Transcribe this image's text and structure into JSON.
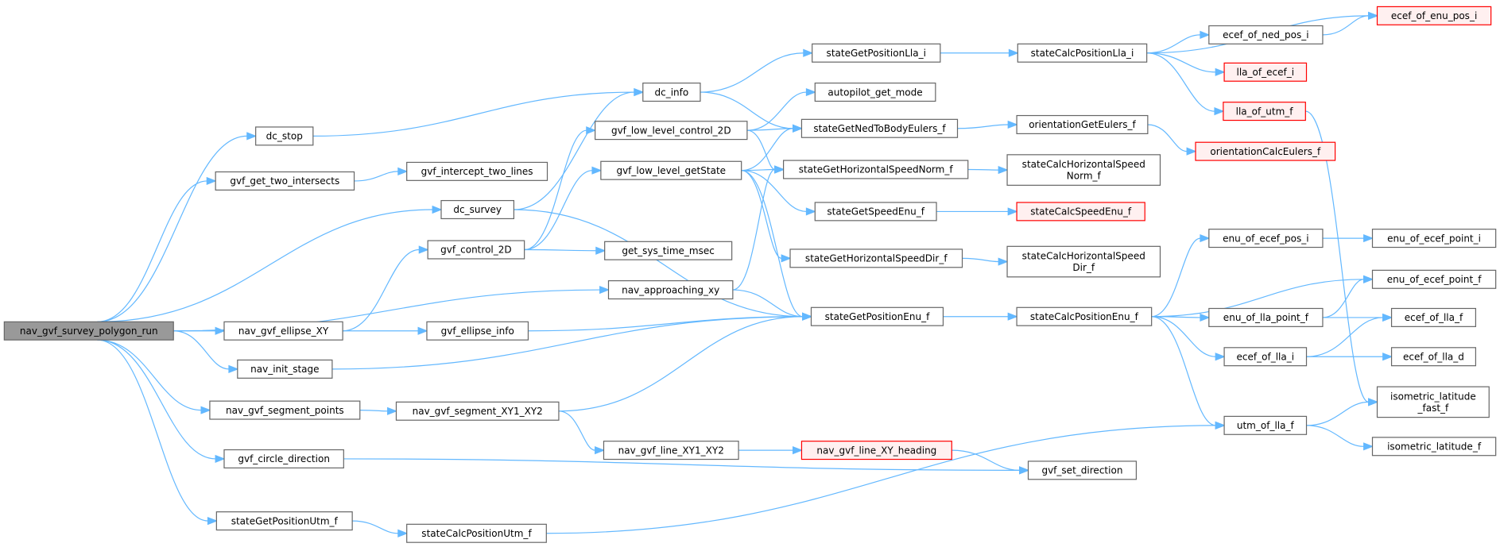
{
  "title": "nav_gvf_survey_polygon_run call graph",
  "colors": {
    "edge": "#63b8ff",
    "node_border": "#666666",
    "root_fill": "#999999",
    "truncated_border": "#ff0000",
    "truncated_fill": "#fff0f0"
  },
  "nodes": [
    {
      "id": "root",
      "lines": [
        "nav_gvf_survey_polygon_run"
      ],
      "kind": "root"
    },
    {
      "id": "dc_stop",
      "lines": [
        "dc_stop"
      ],
      "kind": "normal"
    },
    {
      "id": "gvf_get_two_intersects",
      "lines": [
        "gvf_get_two_intersects"
      ],
      "kind": "normal"
    },
    {
      "id": "gvf_intercept_two_lines",
      "lines": [
        "gvf_intercept_two_lines"
      ],
      "kind": "normal"
    },
    {
      "id": "dc_survey",
      "lines": [
        "dc_survey"
      ],
      "kind": "normal"
    },
    {
      "id": "dc_info",
      "lines": [
        "dc_info"
      ],
      "kind": "normal"
    },
    {
      "id": "gvf_control_2D",
      "lines": [
        "gvf_control_2D"
      ],
      "kind": "normal"
    },
    {
      "id": "gvf_low_level_control_2D",
      "lines": [
        "gvf_low_level_control_2D"
      ],
      "kind": "normal"
    },
    {
      "id": "gvf_low_level_getState",
      "lines": [
        "gvf_low_level_getState"
      ],
      "kind": "normal"
    },
    {
      "id": "get_sys_time_msec",
      "lines": [
        "get_sys_time_msec"
      ],
      "kind": "normal"
    },
    {
      "id": "nav_approaching_xy",
      "lines": [
        "nav_approaching_xy"
      ],
      "kind": "normal"
    },
    {
      "id": "nav_gvf_ellipse_XY",
      "lines": [
        "nav_gvf_ellipse_XY"
      ],
      "kind": "normal"
    },
    {
      "id": "gvf_ellipse_info",
      "lines": [
        "gvf_ellipse_info"
      ],
      "kind": "normal"
    },
    {
      "id": "nav_init_stage",
      "lines": [
        "nav_init_stage"
      ],
      "kind": "normal"
    },
    {
      "id": "nav_gvf_segment_points",
      "lines": [
        "nav_gvf_segment_points"
      ],
      "kind": "normal"
    },
    {
      "id": "nav_gvf_segment_XY1_XY2",
      "lines": [
        "nav_gvf_segment_XY1_XY2"
      ],
      "kind": "normal"
    },
    {
      "id": "nav_gvf_line_XY1_XY2",
      "lines": [
        "nav_gvf_line_XY1_XY2"
      ],
      "kind": "normal"
    },
    {
      "id": "nav_gvf_line_XY_heading",
      "lines": [
        "nav_gvf_line_XY_heading"
      ],
      "kind": "red"
    },
    {
      "id": "gvf_circle_direction",
      "lines": [
        "gvf_circle_direction"
      ],
      "kind": "normal"
    },
    {
      "id": "gvf_set_direction",
      "lines": [
        "gvf_set_direction"
      ],
      "kind": "normal"
    },
    {
      "id": "stateGetPositionUtm_f",
      "lines": [
        "stateGetPositionUtm_f"
      ],
      "kind": "normal"
    },
    {
      "id": "stateCalcPositionUtm_f",
      "lines": [
        "stateCalcPositionUtm_f"
      ],
      "kind": "normal"
    },
    {
      "id": "stateGetPositionLla_i",
      "lines": [
        "stateGetPositionLla_i"
      ],
      "kind": "normal"
    },
    {
      "id": "autopilot_get_mode",
      "lines": [
        "autopilot_get_mode"
      ],
      "kind": "normal"
    },
    {
      "id": "stateGetNedToBodyEulers_f",
      "lines": [
        "stateGetNedToBodyEulers_f"
      ],
      "kind": "normal"
    },
    {
      "id": "stateGetHorizontalSpeedNorm_f",
      "lines": [
        "stateGetHorizontalSpeedNorm_f"
      ],
      "kind": "normal"
    },
    {
      "id": "stateGetSpeedEnu_f",
      "lines": [
        "stateGetSpeedEnu_f"
      ],
      "kind": "normal"
    },
    {
      "id": "stateGetHorizontalSpeedDir_f",
      "lines": [
        "stateGetHorizontalSpeedDir_f"
      ],
      "kind": "normal"
    },
    {
      "id": "stateGetPositionEnu_f",
      "lines": [
        "stateGetPositionEnu_f"
      ],
      "kind": "normal"
    },
    {
      "id": "stateCalcPositionLla_i",
      "lines": [
        "stateCalcPositionLla_i"
      ],
      "kind": "normal"
    },
    {
      "id": "orientationGetEulers_f",
      "lines": [
        "orientationGetEulers_f"
      ],
      "kind": "normal"
    },
    {
      "id": "stateCalcHorizontalSpeedNorm_f",
      "lines": [
        "stateCalcHorizontalSpeed",
        "Norm_f"
      ],
      "kind": "normal"
    },
    {
      "id": "stateCalcSpeedEnu_f",
      "lines": [
        "stateCalcSpeedEnu_f"
      ],
      "kind": "red"
    },
    {
      "id": "stateCalcHorizontalSpeedDir_f",
      "lines": [
        "stateCalcHorizontalSpeed",
        "Dir_f"
      ],
      "kind": "normal"
    },
    {
      "id": "stateCalcPositionEnu_f",
      "lines": [
        "stateCalcPositionEnu_f"
      ],
      "kind": "normal"
    },
    {
      "id": "ecef_of_enu_pos_i",
      "lines": [
        "ecef_of_enu_pos_i"
      ],
      "kind": "red"
    },
    {
      "id": "ecef_of_ned_pos_i",
      "lines": [
        "ecef_of_ned_pos_i"
      ],
      "kind": "normal"
    },
    {
      "id": "lla_of_ecef_i",
      "lines": [
        "lla_of_ecef_i"
      ],
      "kind": "red"
    },
    {
      "id": "lla_of_utm_f",
      "lines": [
        "lla_of_utm_f"
      ],
      "kind": "red"
    },
    {
      "id": "orientationCalcEulers_f",
      "lines": [
        "orientationCalcEulers_f"
      ],
      "kind": "red"
    },
    {
      "id": "enu_of_ecef_pos_i",
      "lines": [
        "enu_of_ecef_pos_i"
      ],
      "kind": "normal"
    },
    {
      "id": "enu_of_ecef_point_i",
      "lines": [
        "enu_of_ecef_point_i"
      ],
      "kind": "normal"
    },
    {
      "id": "enu_of_ecef_point_f",
      "lines": [
        "enu_of_ecef_point_f"
      ],
      "kind": "normal"
    },
    {
      "id": "enu_of_lla_point_f",
      "lines": [
        "enu_of_lla_point_f"
      ],
      "kind": "normal"
    },
    {
      "id": "ecef_of_lla_f",
      "lines": [
        "ecef_of_lla_f"
      ],
      "kind": "normal"
    },
    {
      "id": "ecef_of_lla_i",
      "lines": [
        "ecef_of_lla_i"
      ],
      "kind": "normal"
    },
    {
      "id": "ecef_of_lla_d",
      "lines": [
        "ecef_of_lla_d"
      ],
      "kind": "normal"
    },
    {
      "id": "utm_of_lla_f",
      "lines": [
        "utm_of_lla_f"
      ],
      "kind": "normal"
    },
    {
      "id": "isometric_latitude_fast_f",
      "lines": [
        "isometric_latitude",
        "_fast_f"
      ],
      "kind": "normal"
    },
    {
      "id": "isometric_latitude_f",
      "lines": [
        "isometric_latitude_f"
      ],
      "kind": "normal"
    }
  ],
  "edges": [
    [
      "root",
      "dc_stop"
    ],
    [
      "root",
      "gvf_get_two_intersects"
    ],
    [
      "root",
      "dc_survey"
    ],
    [
      "root",
      "nav_approaching_xy"
    ],
    [
      "root",
      "nav_gvf_ellipse_XY"
    ],
    [
      "root",
      "nav_init_stage"
    ],
    [
      "root",
      "nav_gvf_segment_points"
    ],
    [
      "root",
      "gvf_circle_direction"
    ],
    [
      "root",
      "stateGetPositionUtm_f"
    ],
    [
      "dc_stop",
      "dc_info"
    ],
    [
      "gvf_get_two_intersects",
      "gvf_intercept_two_lines"
    ],
    [
      "dc_survey",
      "dc_info"
    ],
    [
      "dc_survey",
      "stateGetPositionEnu_f"
    ],
    [
      "dc_info",
      "stateGetPositionLla_i"
    ],
    [
      "dc_info",
      "stateGetNedToBodyEulers_f"
    ],
    [
      "gvf_control_2D",
      "gvf_low_level_control_2D"
    ],
    [
      "gvf_control_2D",
      "gvf_low_level_getState"
    ],
    [
      "gvf_control_2D",
      "get_sys_time_msec"
    ],
    [
      "gvf_low_level_control_2D",
      "autopilot_get_mode"
    ],
    [
      "gvf_low_level_control_2D",
      "stateGetNedToBodyEulers_f"
    ],
    [
      "gvf_low_level_control_2D",
      "stateGetHorizontalSpeedNorm_f"
    ],
    [
      "gvf_low_level_getState",
      "stateGetNedToBodyEulers_f"
    ],
    [
      "gvf_low_level_getState",
      "stateGetHorizontalSpeedNorm_f"
    ],
    [
      "gvf_low_level_getState",
      "stateGetSpeedEnu_f"
    ],
    [
      "gvf_low_level_getState",
      "stateGetHorizontalSpeedDir_f"
    ],
    [
      "gvf_low_level_getState",
      "stateGetPositionEnu_f"
    ],
    [
      "nav_approaching_xy",
      "stateGetHorizontalSpeedNorm_f"
    ],
    [
      "nav_approaching_xy",
      "stateGetPositionEnu_f"
    ],
    [
      "nav_gvf_ellipse_XY",
      "gvf_control_2D"
    ],
    [
      "nav_gvf_ellipse_XY",
      "gvf_ellipse_info"
    ],
    [
      "gvf_ellipse_info",
      "stateGetPositionEnu_f"
    ],
    [
      "nav_init_stage",
      "stateGetPositionEnu_f"
    ],
    [
      "nav_gvf_segment_points",
      "nav_gvf_segment_XY1_XY2"
    ],
    [
      "nav_gvf_segment_XY1_XY2",
      "stateGetPositionEnu_f"
    ],
    [
      "nav_gvf_segment_XY1_XY2",
      "nav_gvf_line_XY1_XY2"
    ],
    [
      "nav_gvf_line_XY1_XY2",
      "nav_gvf_line_XY_heading"
    ],
    [
      "nav_gvf_line_XY_heading",
      "gvf_set_direction"
    ],
    [
      "gvf_circle_direction",
      "gvf_set_direction"
    ],
    [
      "stateGetPositionUtm_f",
      "stateCalcPositionUtm_f"
    ],
    [
      "stateCalcPositionUtm_f",
      "utm_of_lla_f"
    ],
    [
      "stateGetPositionLla_i",
      "stateCalcPositionLla_i"
    ],
    [
      "stateCalcPositionLla_i",
      "ecef_of_enu_pos_i"
    ],
    [
      "stateCalcPositionLla_i",
      "ecef_of_ned_pos_i"
    ],
    [
      "stateCalcPositionLla_i",
      "lla_of_ecef_i"
    ],
    [
      "stateCalcPositionLla_i",
      "lla_of_utm_f"
    ],
    [
      "ecef_of_ned_pos_i",
      "ecef_of_enu_pos_i"
    ],
    [
      "lla_of_utm_f",
      "isometric_latitude_fast_f"
    ],
    [
      "stateGetNedToBodyEulers_f",
      "orientationGetEulers_f"
    ],
    [
      "orientationGetEulers_f",
      "orientationCalcEulers_f"
    ],
    [
      "stateGetHorizontalSpeedNorm_f",
      "stateCalcHorizontalSpeedNorm_f"
    ],
    [
      "stateGetSpeedEnu_f",
      "stateCalcSpeedEnu_f"
    ],
    [
      "stateGetHorizontalSpeedDir_f",
      "stateCalcHorizontalSpeedDir_f"
    ],
    [
      "stateGetPositionEnu_f",
      "stateCalcPositionEnu_f"
    ],
    [
      "stateCalcPositionEnu_f",
      "enu_of_ecef_pos_i"
    ],
    [
      "stateCalcPositionEnu_f",
      "enu_of_ecef_point_f"
    ],
    [
      "stateCalcPositionEnu_f",
      "enu_of_lla_point_f"
    ],
    [
      "stateCalcPositionEnu_f",
      "ecef_of_lla_i"
    ],
    [
      "stateCalcPositionEnu_f",
      "utm_of_lla_f"
    ],
    [
      "enu_of_ecef_pos_i",
      "enu_of_ecef_point_i"
    ],
    [
      "enu_of_lla_point_f",
      "enu_of_ecef_point_f"
    ],
    [
      "enu_of_lla_point_f",
      "ecef_of_lla_f"
    ],
    [
      "ecef_of_lla_i",
      "ecef_of_lla_f"
    ],
    [
      "ecef_of_lla_i",
      "ecef_of_lla_d"
    ],
    [
      "utm_of_lla_f",
      "isometric_latitude_fast_f"
    ],
    [
      "utm_of_lla_f",
      "isometric_latitude_f"
    ]
  ]
}
